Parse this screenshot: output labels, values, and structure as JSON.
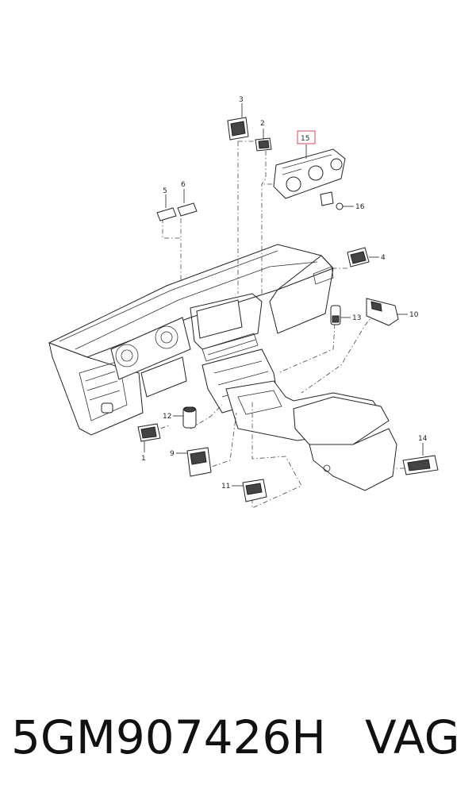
{
  "callouts": [
    {
      "id": "c1",
      "label": "1"
    },
    {
      "id": "c2",
      "label": "2"
    },
    {
      "id": "c3",
      "label": "3"
    },
    {
      "id": "c4",
      "label": "4"
    },
    {
      "id": "c5",
      "label": "5"
    },
    {
      "id": "c6",
      "label": "6"
    },
    {
      "id": "c9",
      "label": "9"
    },
    {
      "id": "c10",
      "label": "10"
    },
    {
      "id": "c11",
      "label": "11"
    },
    {
      "id": "c12",
      "label": "12"
    },
    {
      "id": "c13",
      "label": "13"
    },
    {
      "id": "c14",
      "label": "14"
    },
    {
      "id": "c15",
      "label": "15",
      "highlight_color": "#e0404f"
    },
    {
      "id": "c16",
      "label": "16"
    }
  ],
  "footer": {
    "part_number": "5GM907426H",
    "brand": "VAG"
  }
}
